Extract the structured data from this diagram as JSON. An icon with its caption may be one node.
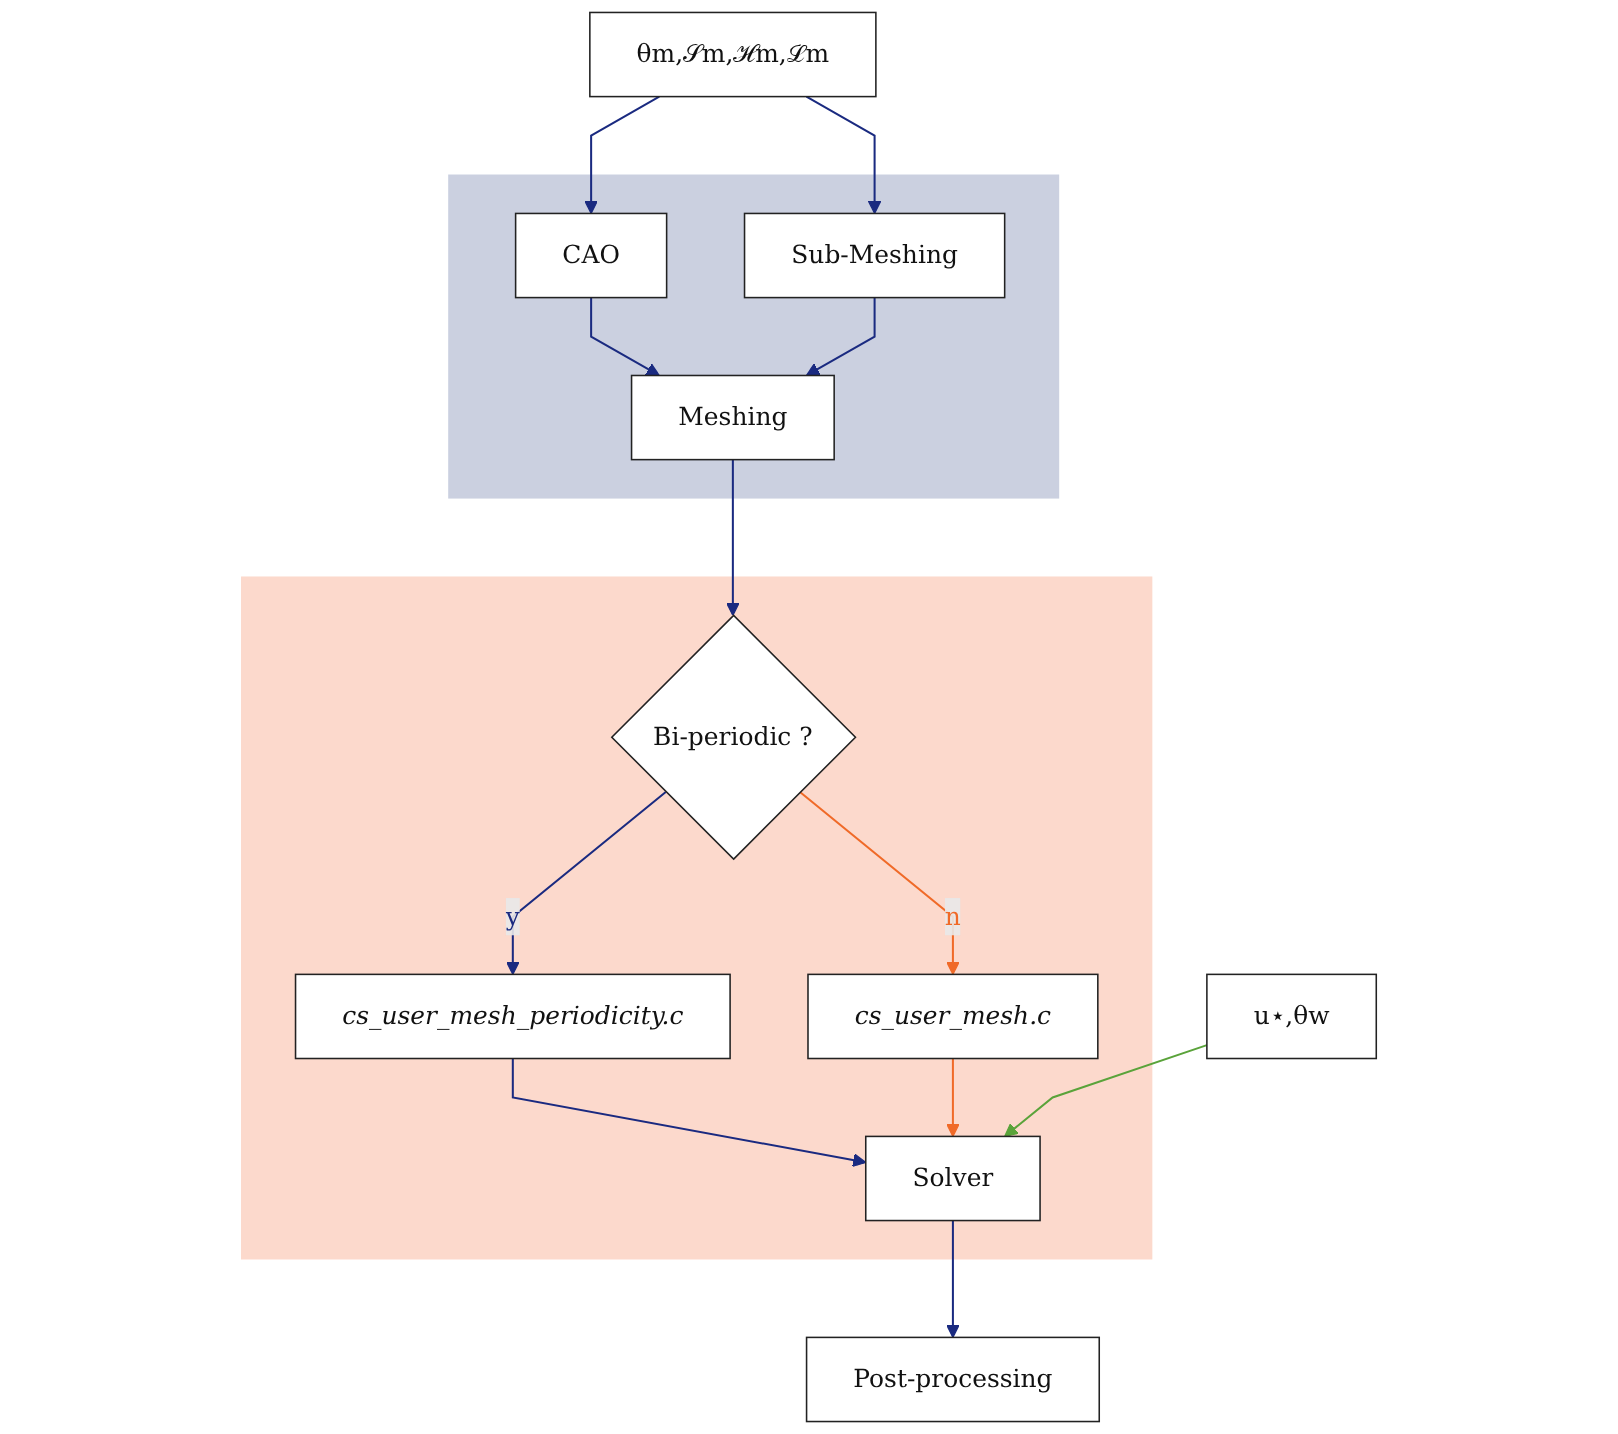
{
  "diagram": {
    "nodes": [
      {
        "text": [
          "u⋆,θw"
        ]
      },
      {
        "text": [
          "θm,𝒮m,ℋm,ℒm"
        ]
      },
      {
        "text": [],
        "shape": "box"
      },
      {
        "text": [
          "CAO"
        ],
        "in": 2
      },
      {
        "text": [
          "Meshing"
        ],
        "in": 2
      },
      {
        "text": [
          "Sub-Meshing"
        ],
        "in": 2
      },
      {
        "text": [],
        "shape": "box"
      },
      {
        "text": [
          "Bi-periodic ?"
        ],
        "in": 6
      },
      {
        "text": [
          "cs_user_mesh.c"
        ],
        "in": 6
      },
      {
        "text": [
          "cs_user_mesh_periodicity.c"
        ],
        "in": 6
      },
      {
        "text": [
          "Solver"
        ],
        "in": 6
      },
      {
        "text": [
          "Post-processing"
        ]
      }
    ],
    "edges": [
      {
        "from": 1,
        "to": 3,
        "arrow": "to"
      },
      {
        "from": 1,
        "to": 5,
        "arrow": "to"
      },
      {
        "from": 3,
        "to": 4,
        "arrow": "to"
      },
      {
        "from": 5,
        "to": 4,
        "arrow": "to"
      },
      {
        "from": 4,
        "to": 7,
        "arrow": "to"
      },
      {
        "from": 7,
        "to": 8,
        "arrow": "to",
        "label": "n",
        "color": "#f06a28"
      },
      {
        "from": 7,
        "to": 9,
        "arrow": "to",
        "label": "y"
      },
      {
        "from": 9,
        "to": 10,
        "arrow": "to"
      },
      {
        "from": 8,
        "to": 10,
        "arrow": "to",
        "color": "#f06a28"
      },
      {
        "from": 0,
        "to": 10,
        "arrow": "to",
        "color": "#5aa33a"
      },
      {
        "from": 10,
        "to": 11,
        "arrow": "to"
      }
    ]
  }
}
